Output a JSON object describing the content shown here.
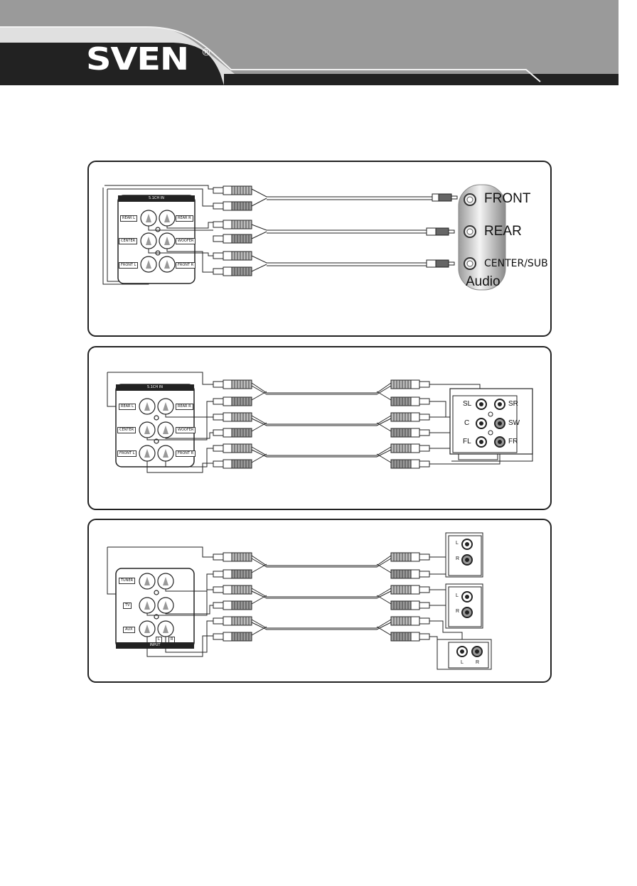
{
  "header": {
    "brand": "SVEN",
    "registered_mark": "®"
  },
  "diagram1": {
    "receiver_title": "5.1CH IN",
    "jacks": [
      "REAR L",
      "REAR R",
      "CENTER",
      "WOOFER",
      "FRONT L",
      "FRONT R"
    ],
    "source_ports": [
      "FRONT",
      "REAR",
      "CENTER/SUB"
    ],
    "source_label": "Audio"
  },
  "diagram2": {
    "receiver_title": "5.1CH IN",
    "jacks": [
      "REAR L",
      "REAR R",
      "CENTER",
      "WOOFER",
      "FRONT L",
      "FRONT R"
    ],
    "source_ports": [
      "SL",
      "SR",
      "C",
      "SW",
      "FL",
      "FR"
    ]
  },
  "diagram3": {
    "inputs": [
      "TUNER",
      "TV",
      "AUX"
    ],
    "channel_labels": [
      "L",
      "R"
    ],
    "footer_label": "INPUT",
    "source_ports_a": [
      "L",
      "R"
    ],
    "source_ports_b": [
      "L",
      "R"
    ],
    "source_ports_c": [
      "L",
      "R"
    ]
  },
  "colors": {
    "header_gray": "#999999",
    "header_light": "#d9d9d9",
    "header_dark": "#222222",
    "line": "#222222",
    "plug_gray": "#aaaaaa"
  }
}
